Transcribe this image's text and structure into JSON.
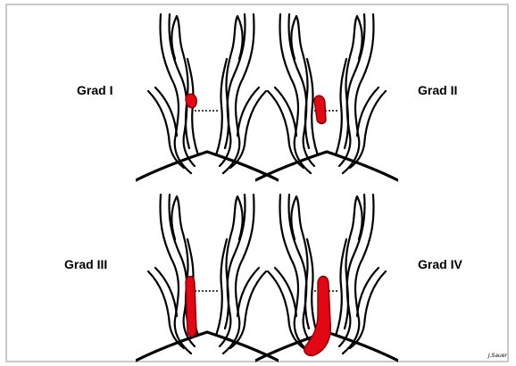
{
  "labels": {
    "grad1": "Grad I",
    "grad2": "Grad II",
    "grad3": "Grad III",
    "grad4": "Grad IV"
  },
  "credit": "J.Sauer",
  "colors": {
    "hemorrhoid": "#e30613",
    "outline": "#000000"
  }
}
